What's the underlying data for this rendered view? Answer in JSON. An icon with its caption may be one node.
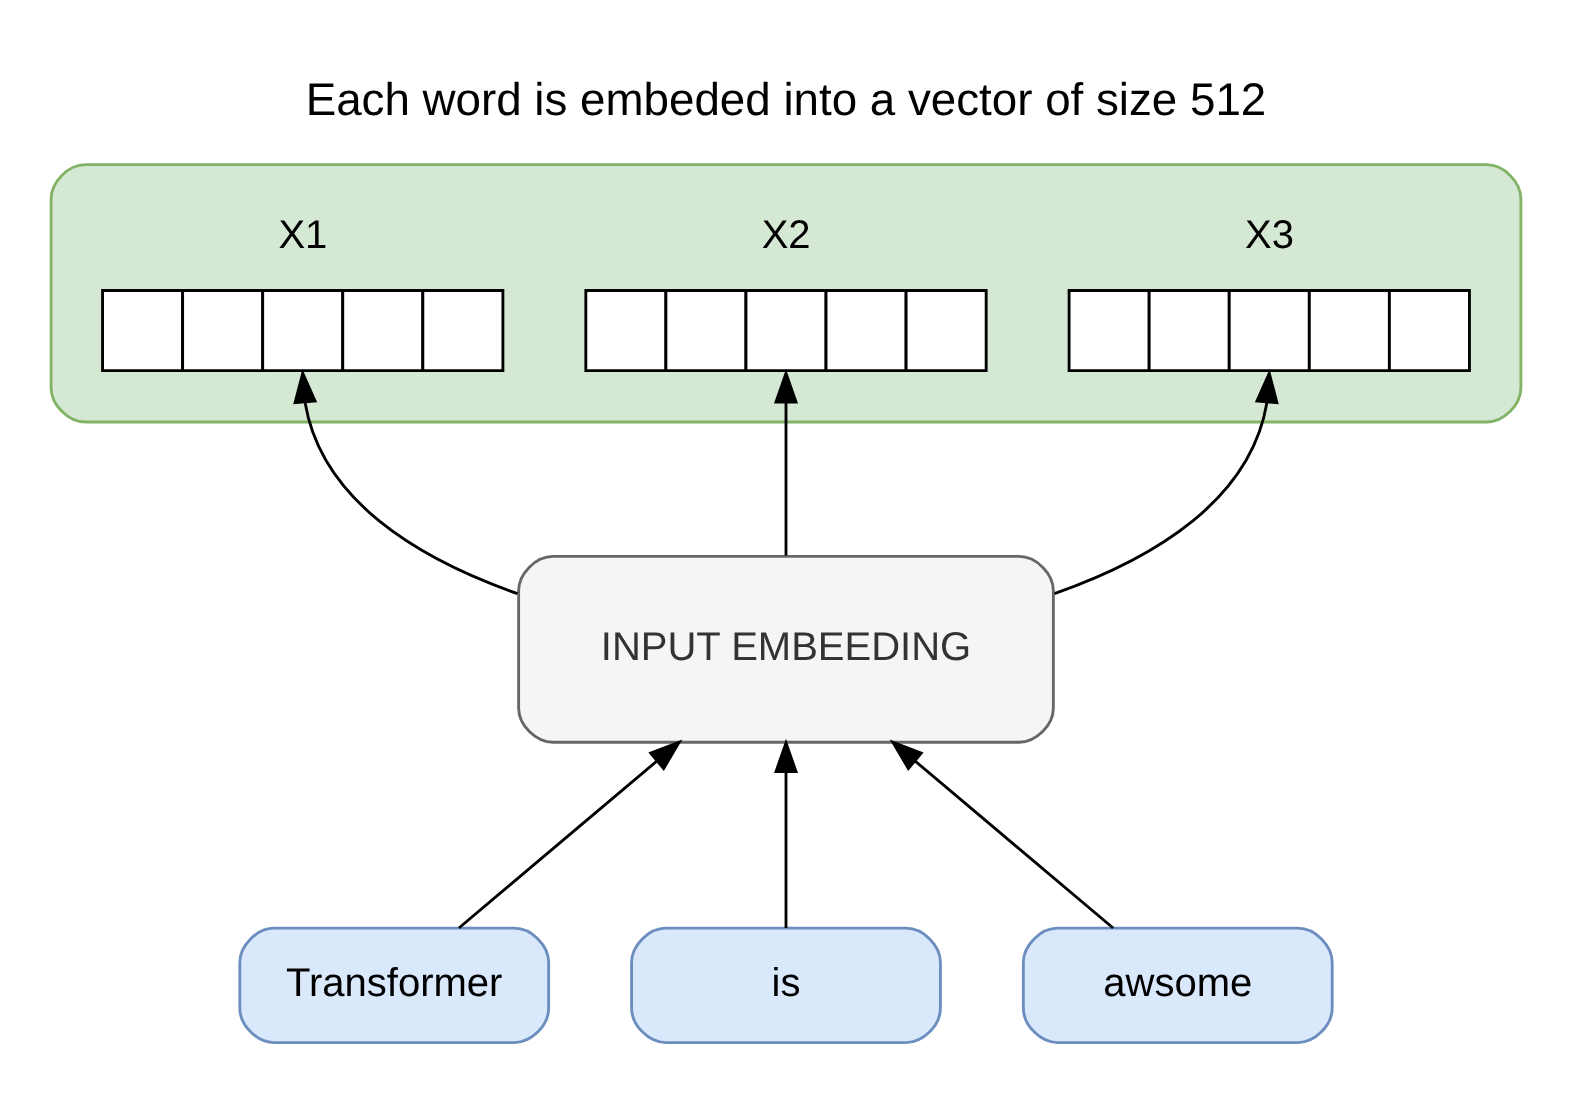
{
  "diagram": {
    "title": "Each word is embeded into a vector of size 512",
    "nodes": [
      {
        "text": [],
        "shape": "box"
      },
      {
        "text": [
          "X1"
        ],
        "in": 0
      },
      {
        "text": [
          "X2"
        ],
        "in": 0
      },
      {
        "text": [
          "X3"
        ],
        "in": 0
      },
      {
        "text": [
          "INPUT EMBEEDING"
        ]
      },
      {
        "text": [
          "Transformer"
        ]
      },
      {
        "text": [
          "is"
        ]
      },
      {
        "text": [
          "awsome"
        ]
      }
    ],
    "edges": [
      {
        "from": 4,
        "to": 1,
        "arrow": "to"
      },
      {
        "from": 4,
        "to": 2,
        "arrow": "to"
      },
      {
        "from": 4,
        "to": 3,
        "arrow": "to"
      },
      {
        "from": 5,
        "to": 4,
        "arrow": "to"
      },
      {
        "from": 6,
        "to": 4,
        "arrow": "to"
      },
      {
        "from": 7,
        "to": 4,
        "arrow": "to"
      }
    ]
  }
}
